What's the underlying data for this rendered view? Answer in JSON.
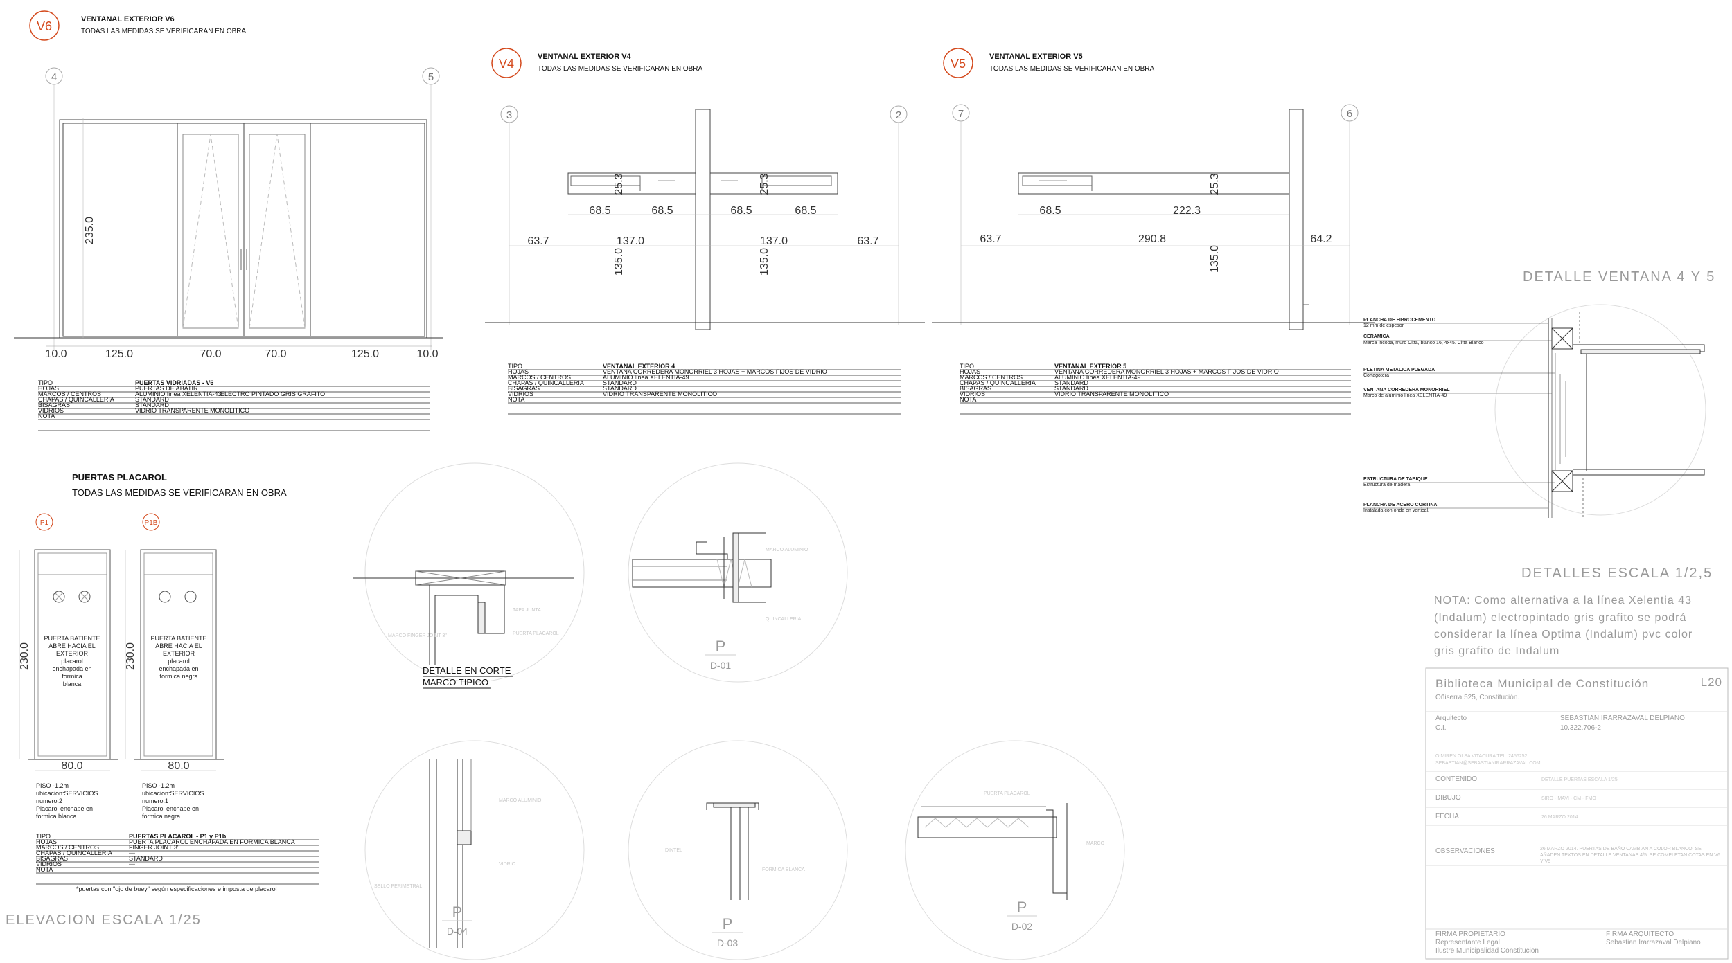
{
  "colors": {
    "accent": "#d4491c",
    "line": "#333333",
    "light": "#bbbbbb",
    "text_light": "#999999"
  },
  "v6": {
    "badge": "V6",
    "title": "VENTANAL EXTERIOR V6",
    "subtitle": "TODAS LAS MEDIDAS SE VERIFICARAN EN OBRA",
    "axis_left": "4",
    "axis_right": "5",
    "height_dim": "235.0",
    "dims": [
      "10.0",
      "125.0",
      "70.0",
      "70.0",
      "125.0",
      "10.0"
    ],
    "table": {
      "rows": [
        {
          "label": "TIPO",
          "value": "PUERTAS VIDRIADAS - V6",
          "bold": true
        },
        {
          "label": "HOJAS",
          "value": "PUERTAS DE ABATIR"
        },
        {
          "label": "MARCOS / CENTROS",
          "value": "ALUMINIO línea XELENTIA-43",
          "extra": "ELECTRO PINTADO GRIS GRAFITO"
        },
        {
          "label": "CHAPAS / QUINCALLERIA",
          "value": "STANDARD"
        },
        {
          "label": "BISAGRAS",
          "value": "STANDARD"
        },
        {
          "label": "VIDRIOS",
          "value": "VIDRIO TRANSPARENTE MONOLITICO"
        },
        {
          "label": "NOTA",
          "value": ""
        }
      ]
    }
  },
  "v4": {
    "badge": "V4",
    "title": "VENTANAL EXTERIOR V4",
    "subtitle": "TODAS LAS MEDIDAS SE VERIFICARAN EN OBRA",
    "axis_left": "3",
    "axis_right": "2",
    "dims_top": [
      "68.5",
      "68.5",
      "68.5",
      "68.5"
    ],
    "dims_vertical": [
      "25.3",
      "25.3"
    ],
    "dims_mid": [
      "63.7",
      "137.0",
      "137.0",
      "63.7"
    ],
    "dims_sill": [
      "135.0",
      "135.0"
    ],
    "table": {
      "rows": [
        {
          "label": "TIPO",
          "value": "VENTANAL EXTERIOR 4",
          "bold": true
        },
        {
          "label": "HOJAS",
          "value": "VENTANA CORREDERA MONORRIEL 3 HOJAS + MARCOS FIJOS DE VIDRIO"
        },
        {
          "label": "MARCOS / CENTROS",
          "value": "ALUMINIO línea XELENTIA-49"
        },
        {
          "label": "CHAPAS / QUINCALLERIA",
          "value": "STANDARD"
        },
        {
          "label": "BISAGRAS",
          "value": "STANDARD"
        },
        {
          "label": "VIDRIOS",
          "value": "VIDRIO TRANSPARENTE MONOLITICO"
        },
        {
          "label": "NOTA",
          "value": ""
        }
      ]
    }
  },
  "v5": {
    "badge": "V5",
    "title": "VENTANAL EXTERIOR V5",
    "subtitle": "TODAS LAS MEDIDAS SE VERIFICARAN EN OBRA",
    "axis_left": "7",
    "axis_right": "6",
    "dims_top": [
      "68.5",
      "222.3"
    ],
    "dims_vertical": [
      "25.3"
    ],
    "dims_mid": [
      "63.7",
      "290.8",
      "64.2"
    ],
    "dims_sill": [
      "135.0"
    ],
    "table": {
      "rows": [
        {
          "label": "TIPO",
          "value": "VENTANAL EXTERIOR 5",
          "bold": true
        },
        {
          "label": "HOJAS",
          "value": "VENTANA CORREDERA MONORRIEL 3 HOJAS + MARCOS FIJOS DE VIDRIO"
        },
        {
          "label": "MARCOS / CENTROS",
          "value": "ALUMINIO línea XELENTIA-49"
        },
        {
          "label": "CHAPAS / QUINCALLERIA",
          "value": "STANDARD"
        },
        {
          "label": "BISAGRAS",
          "value": "STANDARD"
        },
        {
          "label": "VIDRIOS",
          "value": "VIDRIO TRANSPARENTE MONOLITICO"
        },
        {
          "label": "NOTA",
          "value": ""
        }
      ]
    }
  },
  "placarol": {
    "title": "PUERTAS PLACAROL",
    "subtitle": "TODAS LAS MEDIDAS SE VERIFICARAN EN OBRA",
    "door_a": {
      "badge": "P1",
      "height": "230.0",
      "width": "80.0",
      "desc": [
        "PUERTA BATIENTE",
        "ABRE HACIA EL",
        "EXTERIOR",
        "placarol",
        "enchapada en",
        "formica",
        "blanca"
      ],
      "notes": [
        "PISO -1.2m",
        "ubicacion:SERVICIOS",
        "numero:2",
        "Placarol enchape en",
        "formica blanca"
      ]
    },
    "door_b": {
      "badge": "P1B",
      "height": "230.0",
      "width": "80.0",
      "desc": [
        "PUERTA BATIENTE",
        "ABRE HACIA EL",
        "EXTERIOR",
        "placarol",
        "enchapada en",
        "formica negra"
      ],
      "notes": [
        "PISO -1.2m",
        "ubicacion:SERVICIOS",
        "numero:1",
        "Placarol enchape en",
        "formica negra."
      ]
    },
    "table": {
      "rows": [
        {
          "label": "TIPO",
          "value": "PUERTAS PLACAROL - P1 y P1b",
          "bold": true
        },
        {
          "label": "HOJAS",
          "value": "PUERTA PLACAROL ENCHAPADA EN FORMICA BLANCA"
        },
        {
          "label": "MARCOS / CENTROS",
          "value": "FINGER JOINT 3\""
        },
        {
          "label": "CHAPAS / QUINCALLERIA",
          "value": "---"
        },
        {
          "label": "BISAGRAS",
          "value": "STANDARD"
        },
        {
          "label": "VIDRIOS",
          "value": "---"
        },
        {
          "label": "NOTA",
          "value": ""
        }
      ],
      "footnote": "*puertas con \"ojo de buey\" según especificaciones e imposta de placarol"
    }
  },
  "scale_left": "ELEVACION ESCALA 1/25",
  "details": {
    "marco_title_1": "DETALLE EN CORTE",
    "marco_title_2": "MARCO TIPICO",
    "tags": [
      {
        "p": "P",
        "code": "D-01"
      },
      {
        "p": "P",
        "code": "D-04"
      },
      {
        "p": "P",
        "code": "D-03"
      },
      {
        "p": "P",
        "code": "D-02"
      }
    ]
  },
  "detalle_ventana": {
    "title": "DETALLE VENTANA 4 Y 5",
    "labels": [
      {
        "t1": "PLANCHA DE FIBROCEMENTO",
        "t2": "12 mm de espesor"
      },
      {
        "t1": "CERAMICA",
        "t2": "Marca Incopa, muro Citta, blanco 16, 4x45. Citta Blanco"
      },
      {
        "t1": "PLETINA METALICA PLEGADA",
        "t2": "Cortagotera"
      },
      {
        "t1": "VENTANA CORREDERA MONORRIEL",
        "t2": "Marco de aluminio línea XELENTIA-49"
      },
      {
        "t1": "ESTRUCTURA DE TABIQUE",
        "t2": "Estructura de madera"
      },
      {
        "t1": "PLANCHA DE ACERO CORTINA",
        "t2": "Instalada con onda en vertical."
      }
    ],
    "scale": "DETALLES ESCALA 1/2,5"
  },
  "nota": {
    "lines": [
      "NOTA: Como alternativa a la línea Xelentia 43",
      "(Indalum) electropintado gris grafito se podrá",
      "considerar la línea Optima (Indalum) pvc color",
      "gris grafito de Indalum"
    ]
  },
  "title_block": {
    "project": "Biblioteca Municipal de Constitución",
    "sheet": "L20",
    "address": "Oñiserra 525, Constitución.",
    "arch_label": "Arquitecto",
    "ci_label": "C.I.",
    "arch_name": "SEBASTIAN IRARRAZAVAL DELPIANO",
    "arch_ci": "10.322.706-2",
    "office_1": "O MIREN OLSA VITACURA TEL. 2456252",
    "office_2": "SEBASTIAN@SEBASTIANIRARRAZAVAL.COM",
    "rows": [
      {
        "label": "CONTENIDO",
        "value": "DETALLE PUERTAS ESCALA 1/25"
      },
      {
        "label": "DIBUJO",
        "value": "SIRO - MAVI - CM - FMO"
      },
      {
        "label": "FECHA",
        "value": "26 MARZO 2014"
      },
      {
        "label": "OBSERVACIONES",
        "value": "26 MARZO 2014. PUERTAS DE BAÑO CAMBIAN A COLOR BLANCO. SE AÑADEN TEXTOS EN DETALLE VENTANAS 4/5. SE COMPLETAN COTAS EN V6 Y V5"
      }
    ],
    "owner_label": "FIRMA PROPIETARIO",
    "owner_1": "Representante Legal",
    "owner_2": "Ilustre Municipalidad Constitucion",
    "firm_label": "FIRMA ARQUITECTO",
    "firm_1": "Sebastian Irarrazaval Delpiano"
  }
}
